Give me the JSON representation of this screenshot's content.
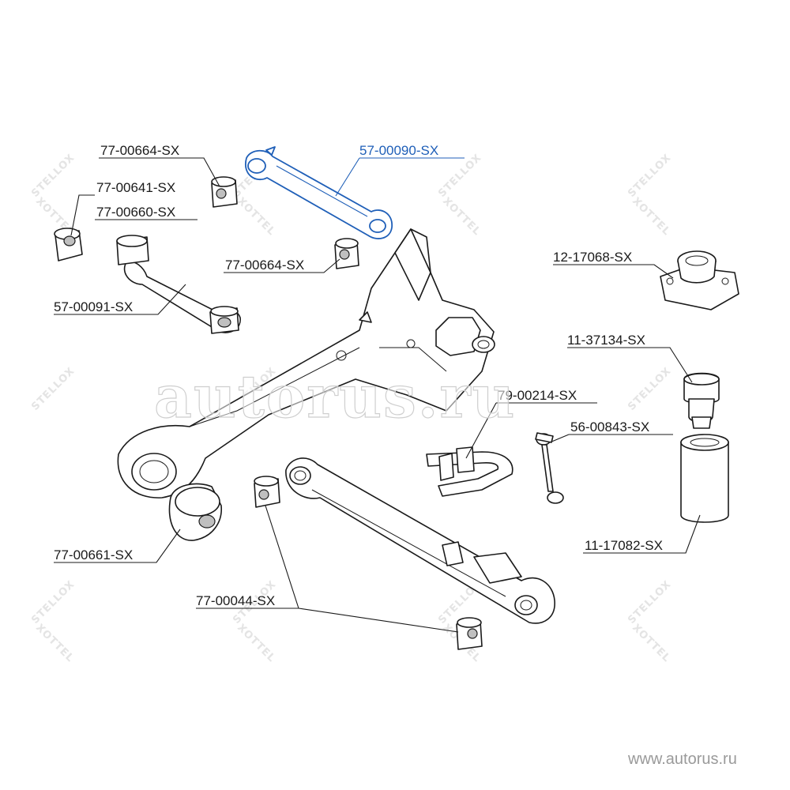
{
  "watermark": {
    "brand": "STELLOX",
    "brand_alt": "XOTTEL",
    "site_overlay": "autorus.ru",
    "site_corner": "www.autorus.ru"
  },
  "parts": {
    "upper_link": "57-00090-SX",
    "bushing_a": "77-00664-SX",
    "bushing_b": "77-00641-SX",
    "bushing_c": "77-00660-SX",
    "bushing_d": "77-00664-SX",
    "lateral_link": "57-00091-SX",
    "mount": "12-17068-SX",
    "bump_stop": "11-37134-SX",
    "stab_bushing": "79-00214-SX",
    "stab_link": "56-00843-SX",
    "boot": "11-17082-SX",
    "arm_bushing": "77-00661-SX",
    "lower_bushing": "77-00044-SX"
  },
  "colors": {
    "highlight": "#1f5fb8",
    "ink": "#1a1a1a",
    "watermark": "#e4e4e4"
  }
}
